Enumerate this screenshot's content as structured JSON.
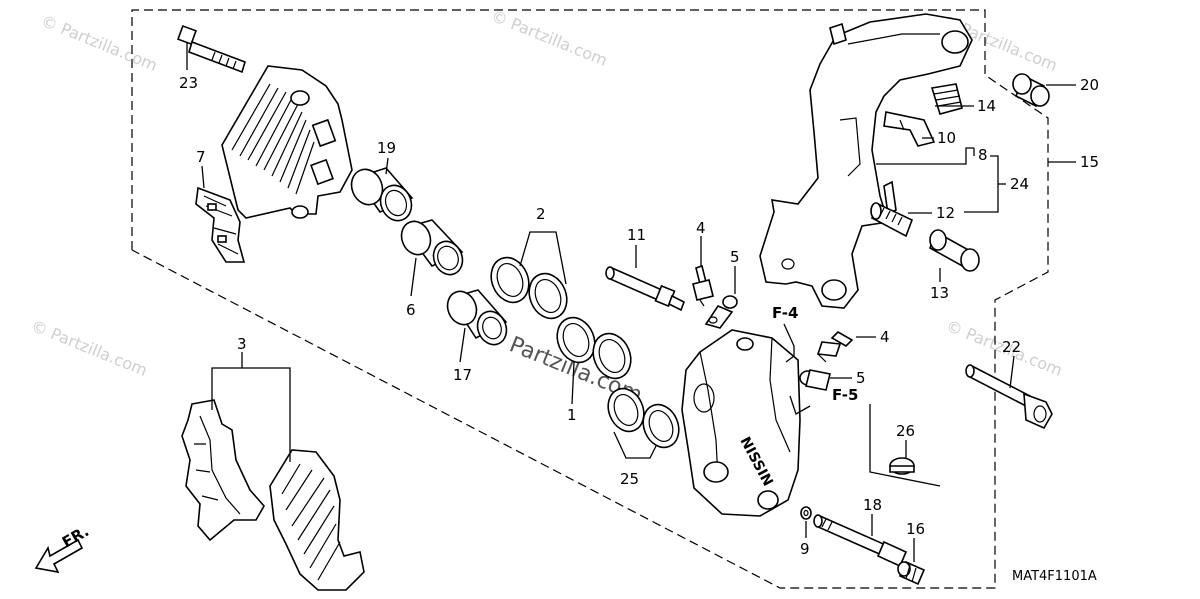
{
  "diagram_code": "MAT4F1101A",
  "direction_label": "FR.",
  "watermark": "© Partzilla.com",
  "center_watermark": "Partzilla.com",
  "caliper_brand": "NISSIN",
  "flag_labels": {
    "f4": "F-4",
    "f5": "F-5"
  },
  "callouts": {
    "c1": "1",
    "c2": "2",
    "c3": "3",
    "c4a": "4",
    "c4b": "4",
    "c5a": "5",
    "c5b": "5",
    "c6": "6",
    "c7": "7",
    "c8": "8",
    "c9": "9",
    "c10": "10",
    "c11": "11",
    "c12": "12",
    "c13": "13",
    "c14": "14",
    "c15": "15",
    "c16": "16",
    "c17": "17",
    "c18": "18",
    "c19": "19",
    "c20": "20",
    "c22": "22",
    "c23": "23",
    "c24": "24",
    "c25": "25",
    "c26": "26"
  }
}
